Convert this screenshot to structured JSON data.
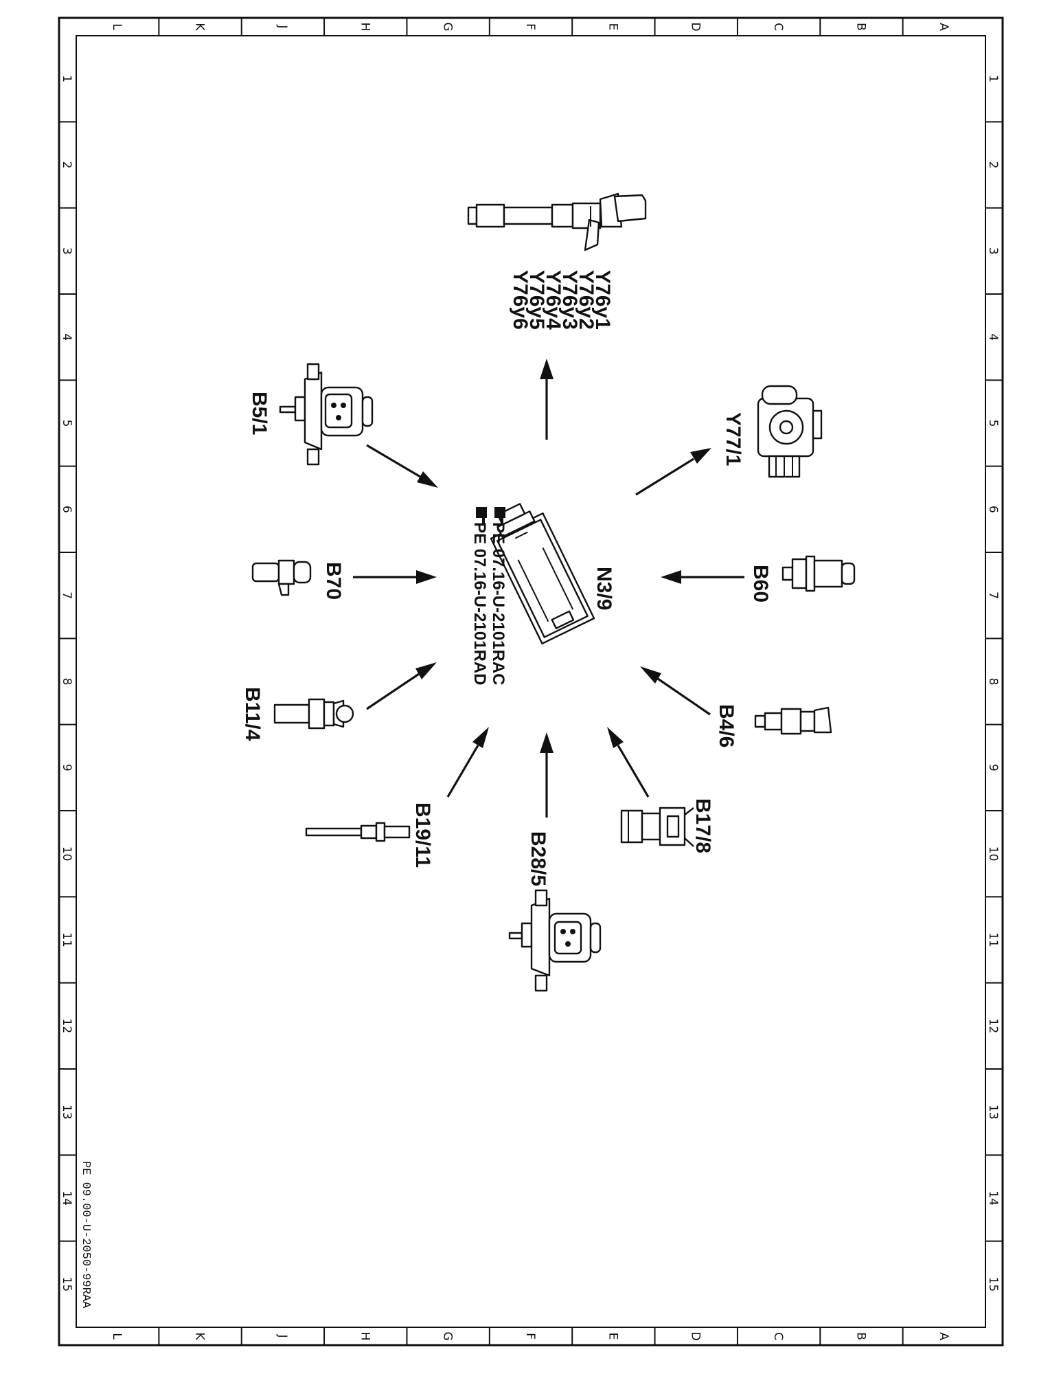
{
  "drawing": {
    "document_id": "PE 09.00-U-2050-99RAA"
  },
  "grid": {
    "letters": [
      "L",
      "K",
      "J",
      "H",
      "G",
      "F",
      "E",
      "D",
      "C",
      "B",
      "A"
    ],
    "numbers": [
      "1",
      "2",
      "3",
      "4",
      "5",
      "6",
      "7",
      "8",
      "9",
      "10",
      "11",
      "12",
      "13",
      "14",
      "15"
    ]
  },
  "control_unit": {
    "label": "N3/9",
    "refs": [
      "PE 07.16-U-2101RAC",
      "PE 07.16-U-2101RAD"
    ],
    "ref_icon": "pointing-hand-icon"
  },
  "injectors": {
    "labels": [
      "Y76y1",
      "Y76y2",
      "Y76y3",
      "Y76y4",
      "Y76y5",
      "Y76y6"
    ]
  },
  "components": [
    {
      "id": "y77-1",
      "label": "Y77/1",
      "icon": "pressure-regulator-valve-icon",
      "direction": "output"
    },
    {
      "id": "b60",
      "label": "B60",
      "icon": "pressure-sensor-icon",
      "direction": "input"
    },
    {
      "id": "b4-6",
      "label": "B4/6",
      "icon": "rail-pressure-sensor-icon",
      "direction": "input"
    },
    {
      "id": "b17-8",
      "label": "B17/8",
      "icon": "temperature-sensor-icon",
      "direction": "input"
    },
    {
      "id": "b28-5",
      "label": "B28/5",
      "icon": "pressure-sensor-connector-icon",
      "direction": "input"
    },
    {
      "id": "b19-11",
      "label": "B19/11",
      "icon": "rod-temperature-sensor-icon",
      "direction": "input"
    },
    {
      "id": "b11-4",
      "label": "B11/4",
      "icon": "coolant-temperature-sensor-icon",
      "direction": "input"
    },
    {
      "id": "b70",
      "label": "B70",
      "icon": "crankshaft-sensor-icon",
      "direction": "input"
    },
    {
      "id": "b5-1",
      "label": "B5/1",
      "icon": "charge-pressure-sensor-icon",
      "direction": "input"
    }
  ],
  "colors": {
    "line": "#111111",
    "background": "#ffffff"
  }
}
